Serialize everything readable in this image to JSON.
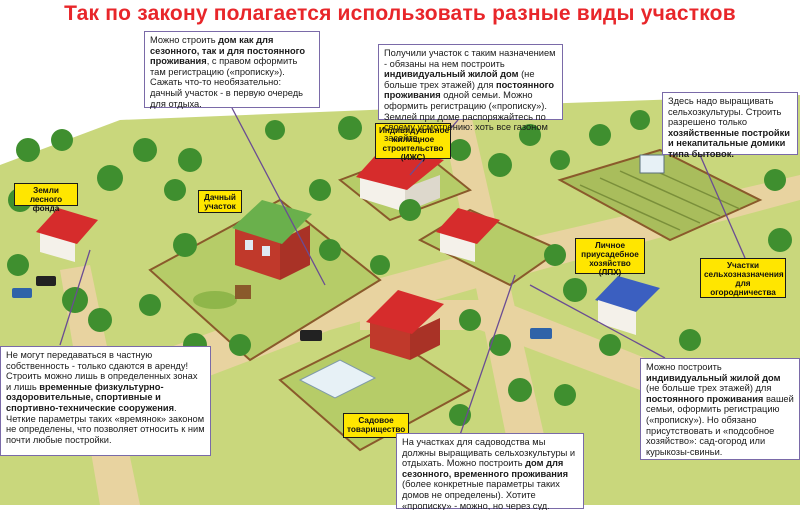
{
  "title": "Так по закону полагается использовать разные виды участков",
  "colors": {
    "title": "#e8262a",
    "label_fill": "#ffe600",
    "grass": "#c9d77c",
    "road": "#e8d3a0",
    "pointer_line": "#6a4c93"
  },
  "labels": {
    "forest": "Земли лесного фонда",
    "dacha": "Дачный участок",
    "izhs": "Индивидуальное жилищное строительство (ИЖС)",
    "lph": "Личное приусадебное хозяйство (ЛПХ)",
    "agri": "Участки сельхозназначения для огородничества",
    "garden": "Садовое товарищество"
  },
  "notes": {
    "dacha": {
      "p1": "Можно строить ",
      "b1": "дом как для сезонного, так и для постоянного проживания",
      "p2": ", с правом оформить там регистрацию («прописку»). Сажать что-то необязательно: дачный участок - в первую очередь для отдыха."
    },
    "izhs": {
      "p1": "Получили участок с таким назначением - обязаны на нем построить ",
      "b1": "индивидуальный жилой дом",
      "p2": " (не больше трех этажей) для ",
      "b2": "постоянного проживания",
      "p3": " одной семьи. Можно оформить регистрацию («прописку»). Землей при доме распоряжайтесь по своему усмотрению: хоть все газоном засейте."
    },
    "agri": {
      "p1": "Здесь надо выращивать сельхозкультуры. Строить разрешено только ",
      "b1": "хозяйственные постройки и некапитальные домики типа бытовок."
    },
    "forest": {
      "p1": "Не могут передаваться в частную собственность - только сдаются в аренду! Строить можно лишь в определенных зонах и лишь ",
      "b1": "временные физкультурно-оздоровительные, спортивные и спортивно-технические сооружения",
      "p2": ". Четкие параметры таких «времянок» законом не определены, что позволяет относить к ним почти любые постройки."
    },
    "garden": {
      "p1": "На участках для садоводства мы должны выращивать сельхозкультуры и отдыхать. Можно построить ",
      "b1": "дом для сезонного, временного проживания",
      "p2": " (более конкретные параметры таких домов не определены). Хотите «прописку» - можно, но через суд."
    },
    "lph": {
      "p1": "Можно построить ",
      "b1": "индивидуальный жилой дом",
      "p2": " (не больше трех этажей) для ",
      "b2": "постоянного проживания",
      "p3": " вашей семьи, оформить регистрацию («прописку»). Но обязано присутствовать и «подсобное хозяйство»: сад-огород или курыкозы-свиньи."
    }
  }
}
